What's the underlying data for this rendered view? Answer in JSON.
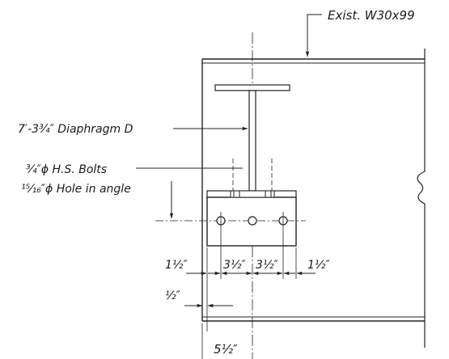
{
  "beam_label": "Exist. W30x99",
  "diaphragm_label": "7′-3¾″ Diaphragm D",
  "bolt_label": "¾″ϕ H.S. Bolts",
  "hole_label": "¹⁵⁄₁₆″ϕ Hole in angle",
  "dim_left_edge": "1½″",
  "dim_bolt_space_1": "3½″",
  "dim_bolt_space_2": "3½″",
  "dim_right_edge": "1½″",
  "dim_half": "½″",
  "dim_total": "5½″"
}
